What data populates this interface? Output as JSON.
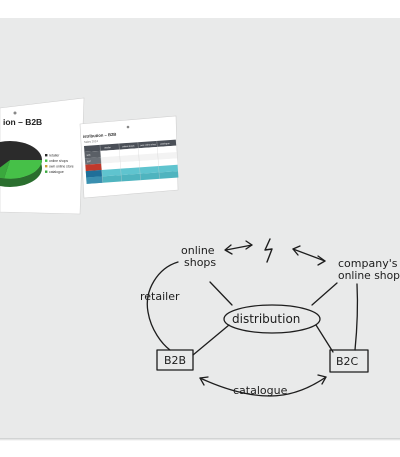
{
  "slide_left": {
    "title": "ion – B2B",
    "legend": [
      "retailer",
      "online shops",
      "own online store",
      "catalogue"
    ]
  },
  "slide_right": {
    "title": "istribution – B2B",
    "subtitle": "Sales 2014",
    "columns": [
      "retailer",
      "online shops",
      "own online shop",
      "catalogue"
    ],
    "rows": [
      [
        "B2B",
        "",
        "",
        "",
        ""
      ],
      [
        "B2C",
        "",
        "",
        "",
        ""
      ],
      [
        "",
        "",
        "",
        "",
        ""
      ],
      [
        "",
        "",
        "",
        "",
        ""
      ],
      [
        "",
        "",
        "",
        "",
        ""
      ]
    ]
  },
  "diagram": {
    "center": "distribution",
    "online_shops": [
      "online",
      "shops"
    ],
    "company_shop": [
      "company's",
      "online shop"
    ],
    "retailer": "retailer",
    "b2b": "B2B",
    "b2c": "B2C",
    "catalogue": "catalogue",
    "conflict": "⚡"
  },
  "colors": {
    "board": "#e9eaea",
    "ink": "#1d1d1d",
    "pie_green": "#3cb043",
    "pie_dark": "#2b2b2b",
    "table_header": "#4a4f57",
    "table_teal": "#5fc4cf"
  }
}
